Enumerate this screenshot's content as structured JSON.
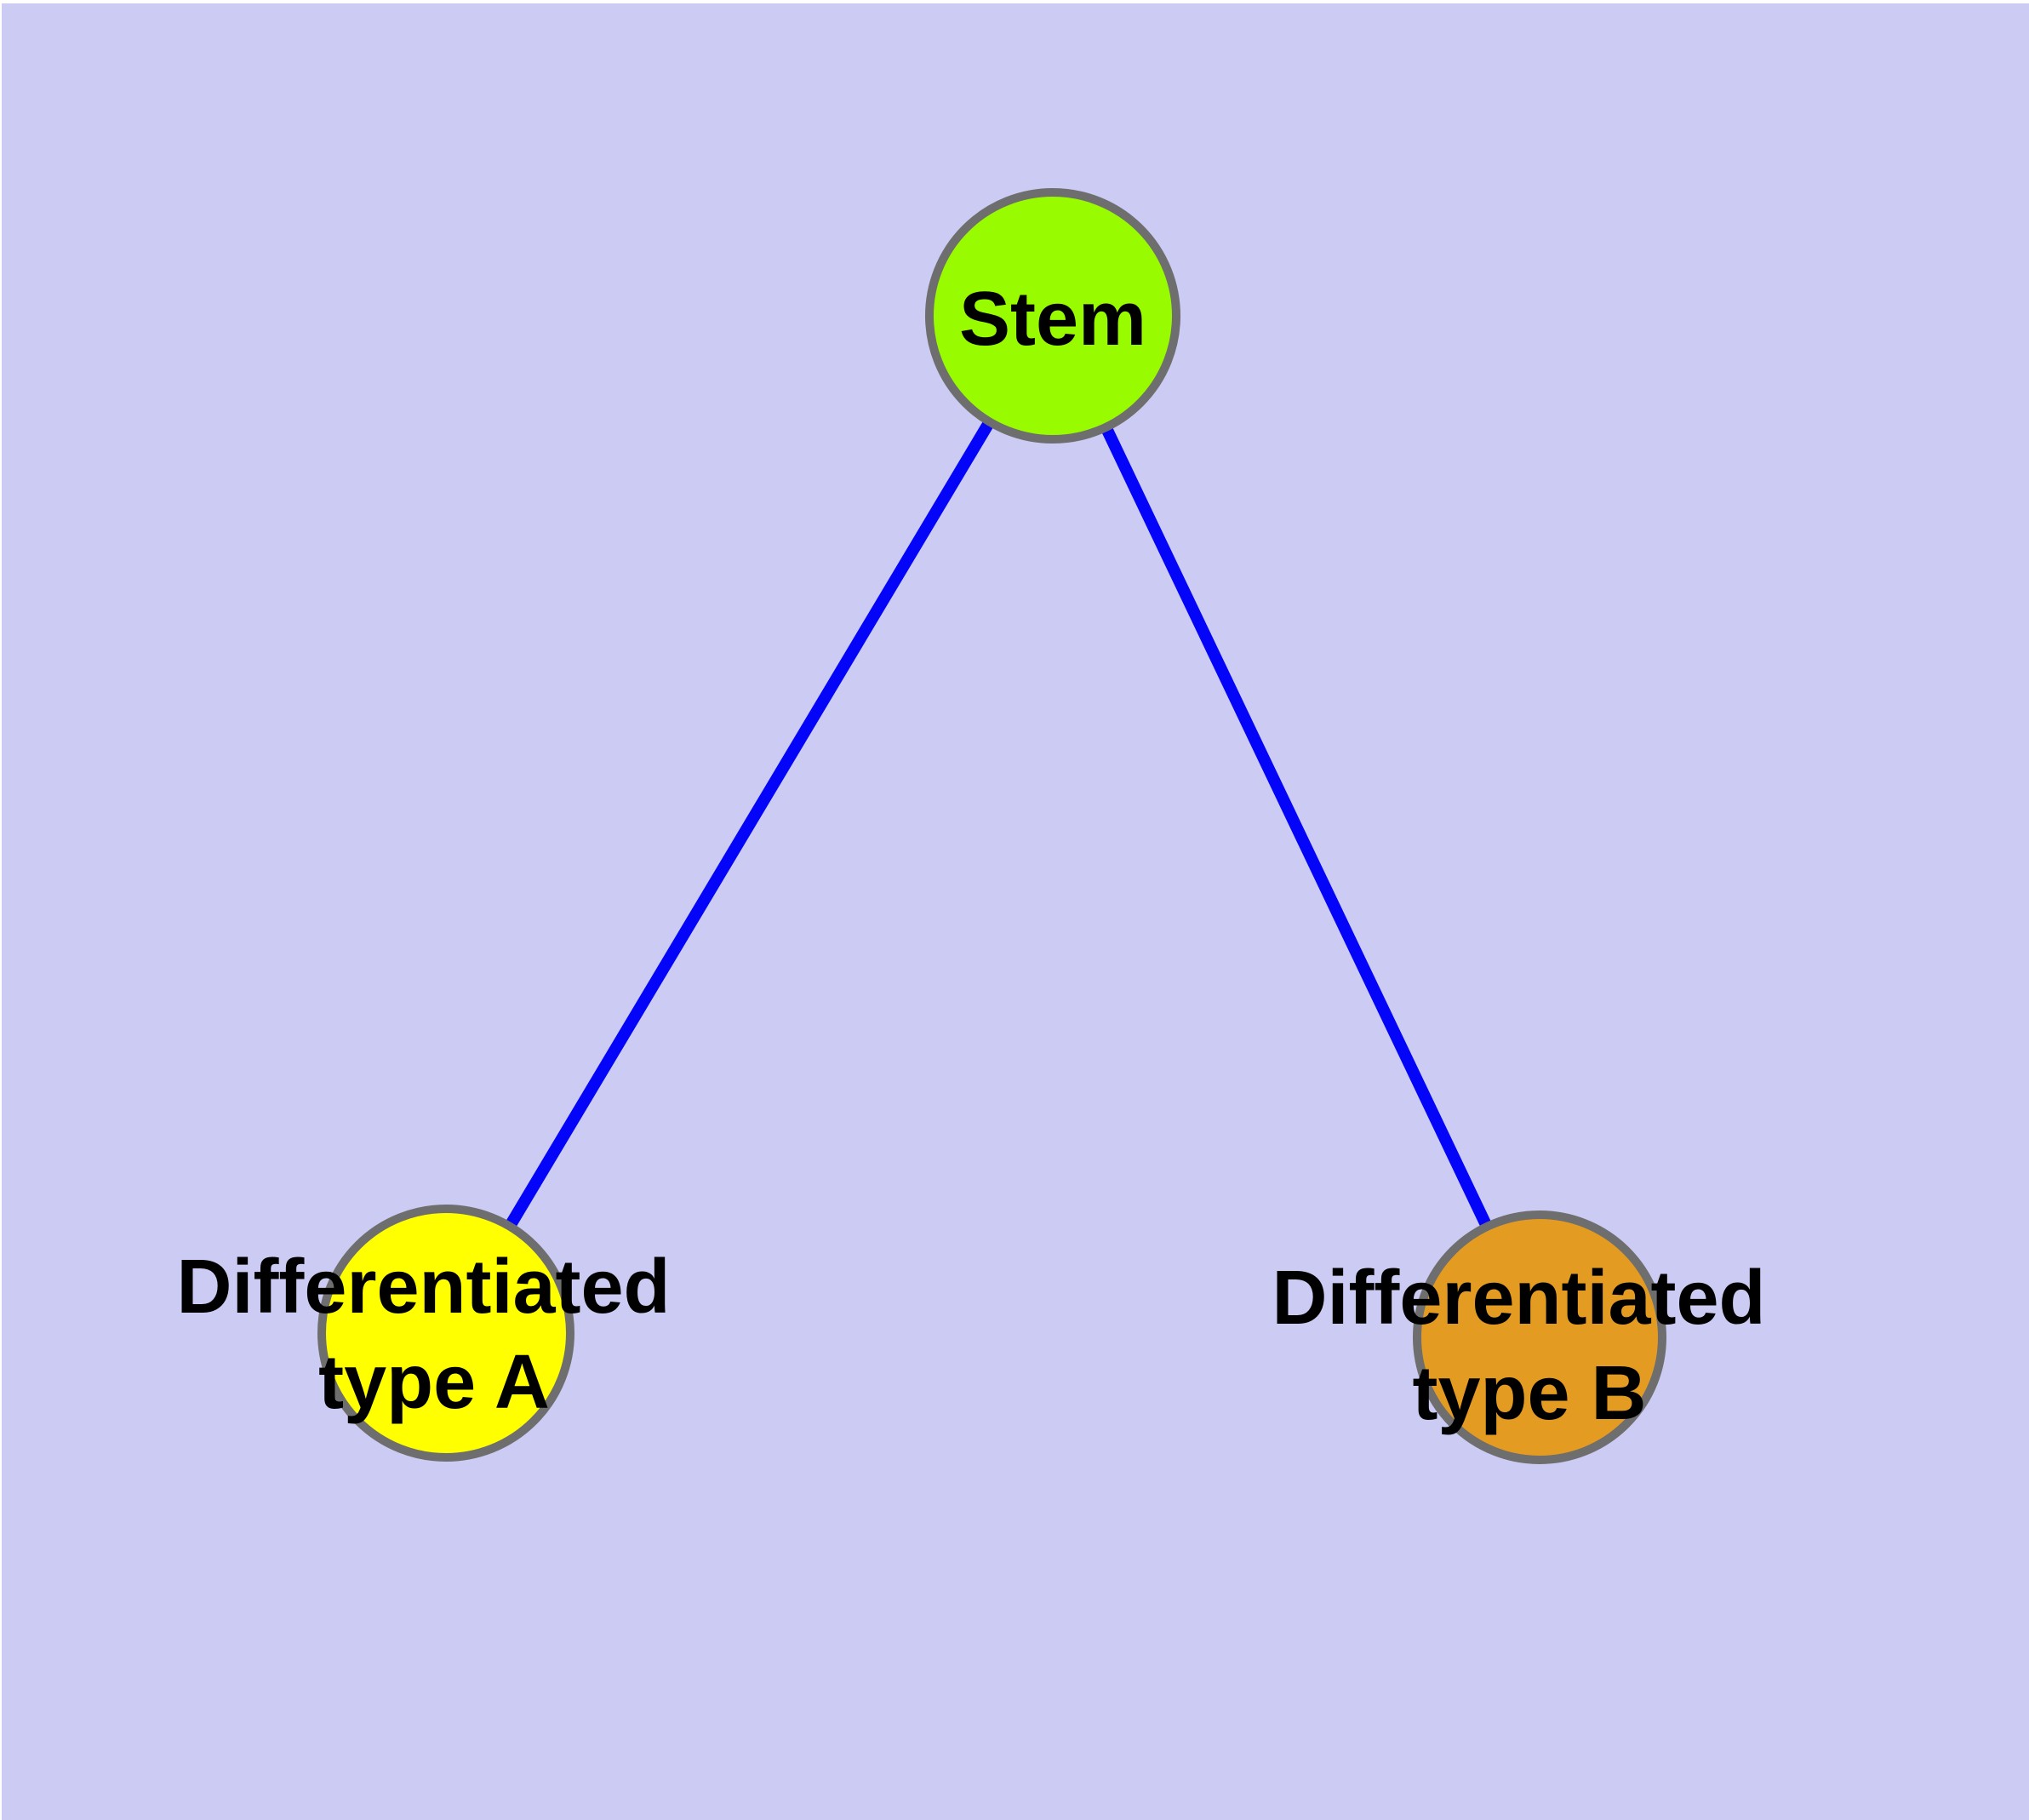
{
  "diagram": {
    "background_color": "#CBCBF3",
    "page_border_color": "#FFFFFF",
    "edge_color": "#0404F8",
    "node_stroke_color": "#6E6E6E",
    "nodes": [
      {
        "id": "stem",
        "label": "Stem",
        "fill": "#99FB00"
      },
      {
        "id": "diff_a",
        "label_lines": [
          "Differentiated",
          "type A"
        ],
        "fill": "#FFFF00"
      },
      {
        "id": "diff_b",
        "label_lines": [
          "Differentiated",
          "type B"
        ],
        "fill": "#E49B22"
      }
    ],
    "edges": [
      {
        "from": "stem",
        "to": "diff_a"
      },
      {
        "from": "stem",
        "to": "diff_b"
      }
    ]
  }
}
